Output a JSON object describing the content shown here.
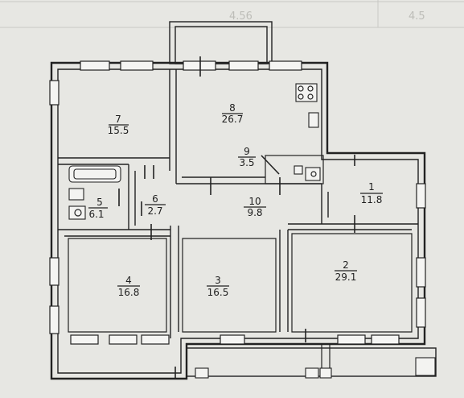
{
  "rooms": [
    {
      "id": "7",
      "area": "15.5"
    },
    {
      "id": "8",
      "area": "26.7"
    },
    {
      "id": "9",
      "area": "3.5"
    },
    {
      "id": "5",
      "area": "6.1"
    },
    {
      "id": "6",
      "area": "2.7"
    },
    {
      "id": "10",
      "area": "9.8"
    },
    {
      "id": "1",
      "area": "11.8"
    },
    {
      "id": "2",
      "area": "29.1"
    },
    {
      "id": "4",
      "area": "16.8"
    },
    {
      "id": "3",
      "area": "16.5"
    }
  ],
  "background": {
    "cell_a": "4.56",
    "cell_b": "4.5"
  }
}
